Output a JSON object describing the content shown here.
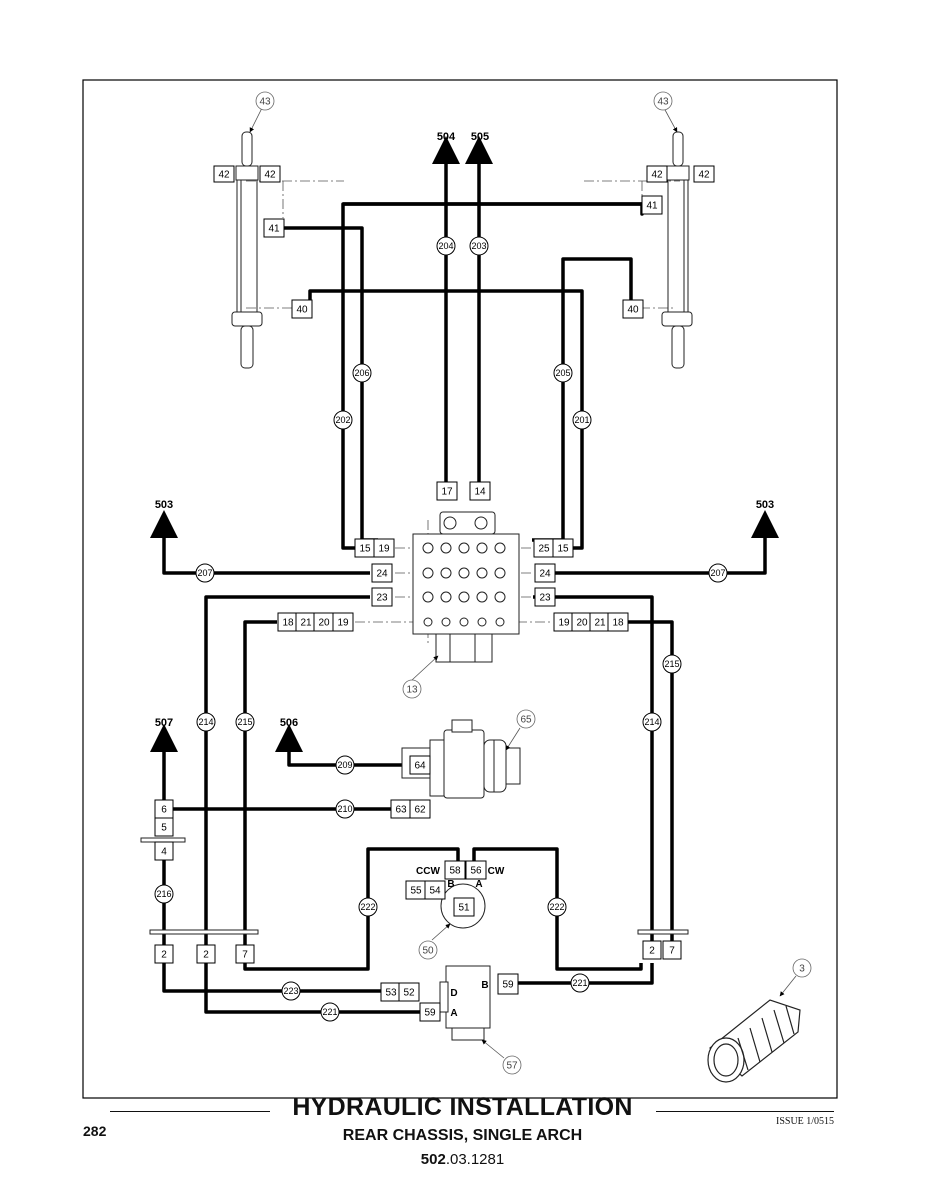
{
  "title": "HYDRAULIC INSTALLATION",
  "subtitle": "REAR CHASSIS, SINGLE ARCH",
  "doc_number": {
    "bold": "502",
    "rest": ".03.1281"
  },
  "page_number": "282",
  "issue": "ISSUE 1/0515",
  "destinations": {
    "d504": "504",
    "d505": "505",
    "d503_left": "503",
    "d503_right": "503",
    "d507": "507",
    "d506": "506"
  },
  "hoses": {
    "h204": "204",
    "h203": "203",
    "h206": "206",
    "h202": "202",
    "h205": "205",
    "h201": "201",
    "h207_left": "207",
    "h207_right": "207",
    "h214_left": "214",
    "h215_left": "215",
    "h214_right": "214",
    "h215_right": "215",
    "h209": "209",
    "h210": "210",
    "h216": "216",
    "h222_left": "222",
    "h222_right": "222",
    "h223": "223",
    "h221_left": "221",
    "h221_right": "221"
  },
  "callouts": {
    "c43_left": "43",
    "c43_right": "43",
    "c13": "13",
    "c65": "65",
    "c50": "50",
    "c57": "57",
    "c3": "3"
  },
  "boxes": {
    "b42_ll": "42",
    "b42_lr": "42",
    "b41_l": "41",
    "b40_l": "40",
    "b42_rl": "42",
    "b42_rr": "42",
    "b41_r": "41",
    "b40_r": "40",
    "b17": "17",
    "b14": "14",
    "b15_l": "15",
    "b19_l": "19",
    "b25": "25",
    "b15_r": "15",
    "b24_l": "24",
    "b24_r": "24",
    "b23_l": "23",
    "b23_r": "23",
    "b18_l": "18",
    "b21_l": "21",
    "b20_l": "20",
    "b19_l2": "19",
    "b19_r2": "19",
    "b20_r": "20",
    "b21_r": "21",
    "b18_r": "18",
    "b64": "64",
    "b63": "63",
    "b62": "62",
    "b6": "6",
    "b5": "5",
    "b4": "4",
    "b58": "58",
    "b56": "56",
    "b55": "55",
    "b54": "54",
    "b51": "51",
    "b2_a": "2",
    "b2_b": "2",
    "b7_l": "7",
    "b2_r": "2",
    "b7_r": "7",
    "b53": "53",
    "b52": "52",
    "b59_l": "59",
    "b59_r": "59"
  },
  "ports": {
    "ccw": "CCW",
    "cw": "CW",
    "motor_b": "B",
    "motor_a": "A",
    "valve_d": "D",
    "valve_a": "A",
    "valve_b": "B"
  }
}
